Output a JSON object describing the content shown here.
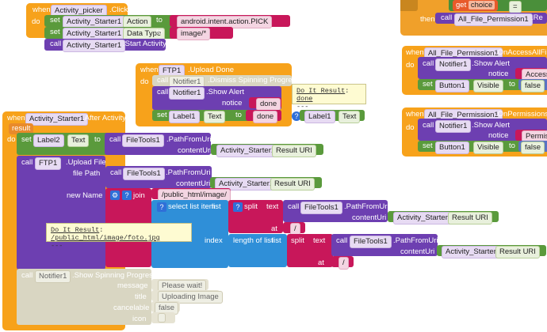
{
  "b1": {
    "when": "when",
    "comp": "Activity_picker",
    "event": ".Click",
    "do": "do",
    "set": "set",
    "call": "call",
    "to": "to",
    "r1_comp": "Activity_Starter1",
    "r1_prop": "Action",
    "r1_val": "android.intent.action.PICK",
    "r2_comp": "Activity_Starter1",
    "r2_prop": "Data Type",
    "r2_val": "image/*",
    "r3_comp": "Activity_Starter1",
    "r3_method": ".Start Activity"
  },
  "b2": {
    "when": "when",
    "comp": "FTP1",
    "event": ".Upload Done",
    "do": "do",
    "call": "call",
    "c1_comp": "Notifier1",
    "c1_method": ".Dismiss Spinning Progress",
    "c2_comp": "Notifier1",
    "c2_method": ".Show Alert",
    "notice": "notice",
    "c2_val": "done",
    "set": "set",
    "to": "to",
    "s_comp": "Label1",
    "s_prop": "Text",
    "s_val": "done",
    "note_prefix": "Do It Result",
    "note_value": "done",
    "note_more": "---",
    "getter_comp": "Label1",
    "getter_prop": "Text"
  },
  "b3": {
    "when": "when",
    "comp": "Activity_Starter1",
    "event": ".After Activity",
    "param": "result",
    "do": "do",
    "set": "set",
    "call": "call",
    "to": "to",
    "s_comp": "Label2",
    "s_prop": "Text",
    "pfu_comp": "FileTools1",
    "pfu_method": ".PathFromUri",
    "content_uri": "contentUri",
    "ri_comp": "Activity_Starter1",
    "ri_prop": "Result URI",
    "ftp_comp": "FTP1",
    "ftp_method": ".Upload File",
    "file_path": "file Path",
    "new_name": "new Name",
    "join": "join",
    "path_str": "/public_html/image/",
    "select": "select list item",
    "list": "list",
    "split": "split",
    "text": "text",
    "at": "at",
    "slash": "/",
    "index": "index",
    "lol": "length of list",
    "lol_list": "list",
    "note_prefix": "Do It Result",
    "note_value": "/public_html/image/foto.jpg",
    "note_more": "---",
    "sp_comp": "Notifier1",
    "sp_method": ".Show Spinning Progress",
    "message": "message",
    "msg_val": "Please wait!",
    "title": "title",
    "title_val": "Uploading Image",
    "cancelable": "cancelable",
    "canc_val": "false",
    "icon": "icon",
    "icon_val": ""
  },
  "b4": {
    "get": "get",
    "var": "choice",
    "eq": "=",
    "then": "then",
    "call": "call",
    "comp": "All_File_Permission1",
    "method": ".Re"
  },
  "b5": {
    "when": "when",
    "comp": "All_File_Permission1",
    "event": ".OnAccessAllFiles",
    "do": "do",
    "call": "call",
    "n_comp": "Notifier1",
    "n_method": ".Show Alert",
    "notice": "notice",
    "n_val": "Access",
    "set": "set",
    "to": "to",
    "s_comp": "Button1",
    "s_prop": "Visible",
    "s_val": "false"
  },
  "b6": {
    "when": "when",
    "comp": "All_File_Permission1",
    "event": ".OnPermissionsG",
    "do": "do",
    "call": "call",
    "n_comp": "Notifier1",
    "n_method": ".Show Alert",
    "notice": "notice",
    "n_val": "Permiss",
    "set": "set",
    "to": "to",
    "s_comp": "Button1",
    "s_prop": "Visible",
    "s_val": "false"
  }
}
